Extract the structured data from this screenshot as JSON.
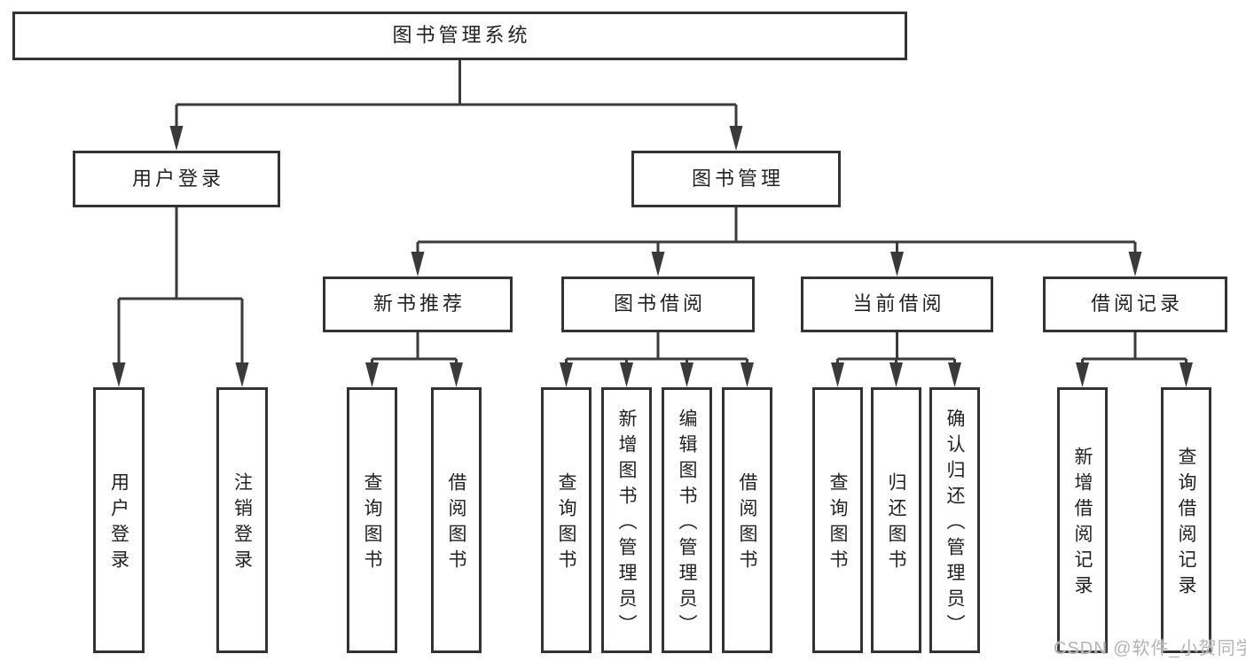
{
  "diagram": {
    "type": "tree",
    "root_label": "图书管理系统"
  },
  "nodes": [
    {
      "id": "library-system",
      "parent": null,
      "label": "图书管理系统"
    },
    {
      "id": "user-login",
      "parent": "library-system",
      "label": "用户登录"
    },
    {
      "id": "book-management",
      "parent": "library-system",
      "label": "图书管理"
    },
    {
      "id": "login-user-login",
      "parent": "user-login",
      "label": "用户登录"
    },
    {
      "id": "login-logout",
      "parent": "user-login",
      "label": "注销登录"
    },
    {
      "id": "new-book-recommend",
      "parent": "book-management",
      "label": "新书推荐"
    },
    {
      "id": "book-borrow",
      "parent": "book-management",
      "label": "图书借阅"
    },
    {
      "id": "current-borrow",
      "parent": "book-management",
      "label": "当前借阅"
    },
    {
      "id": "borrow-records",
      "parent": "book-management",
      "label": "借阅记录"
    },
    {
      "id": "nb-query-books",
      "parent": "new-book-recommend",
      "label": "查询图书"
    },
    {
      "id": "nb-borrow-books",
      "parent": "new-book-recommend",
      "label": "借阅图书"
    },
    {
      "id": "bb-query-books",
      "parent": "book-borrow",
      "label": "查询图书"
    },
    {
      "id": "bb-add-books-admin",
      "parent": "book-borrow",
      "label": "新增图书（管理员）"
    },
    {
      "id": "bb-edit-books-admin",
      "parent": "book-borrow",
      "label": "编辑图书（管理员）"
    },
    {
      "id": "bb-borrow-books",
      "parent": "book-borrow",
      "label": "借阅图书"
    },
    {
      "id": "cb-query-books",
      "parent": "current-borrow",
      "label": "查询图书"
    },
    {
      "id": "cb-return-books",
      "parent": "current-borrow",
      "label": "归还图书"
    },
    {
      "id": "cb-confirm-return-admin",
      "parent": "current-borrow",
      "label": "确认归还（管理员）"
    },
    {
      "id": "br-add-record",
      "parent": "borrow-records",
      "label": "新增借阅记录"
    },
    {
      "id": "br-query-record",
      "parent": "borrow-records",
      "label": "查询借阅记录"
    }
  ],
  "watermark": {
    "text": "CSDN @软件_小贺同学"
  },
  "colors": {
    "line": "#3a3a3a",
    "box_border": "#333333",
    "box_fill": "#ffffff",
    "text": "#222222",
    "watermark": "#b4b4b4",
    "background": "#ffffff"
  }
}
